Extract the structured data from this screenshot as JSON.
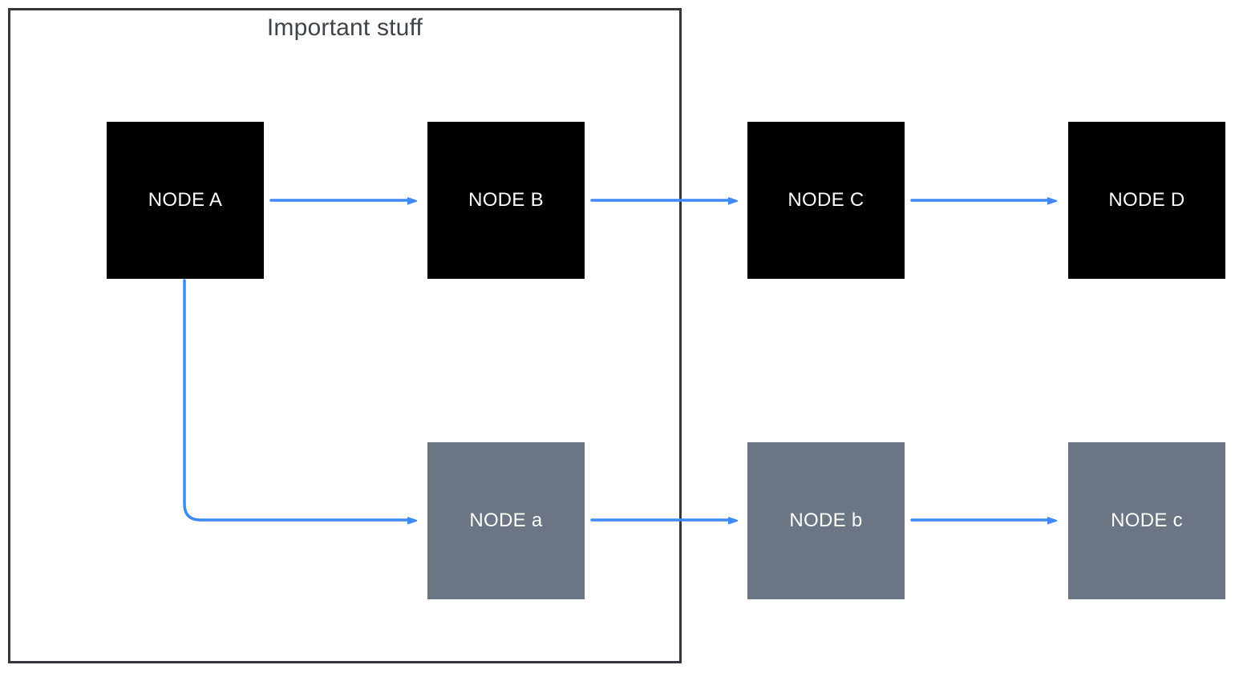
{
  "diagram": {
    "frame": {
      "title": "Important stuff"
    },
    "nodes": [
      {
        "id": "A",
        "label": "NODE A",
        "variant": "black"
      },
      {
        "id": "B",
        "label": "NODE B",
        "variant": "black"
      },
      {
        "id": "C",
        "label": "NODE C",
        "variant": "black"
      },
      {
        "id": "D",
        "label": "NODE D",
        "variant": "black"
      },
      {
        "id": "a",
        "label": "NODE a",
        "variant": "gray"
      },
      {
        "id": "b",
        "label": "NODE b",
        "variant": "gray"
      },
      {
        "id": "c",
        "label": "NODE c",
        "variant": "gray"
      }
    ],
    "edges": [
      {
        "from": "NODE A",
        "to": "NODE B"
      },
      {
        "from": "NODE B",
        "to": "NODE C"
      },
      {
        "from": "NODE C",
        "to": "NODE D"
      },
      {
        "from": "NODE A",
        "to": "NODE a"
      },
      {
        "from": "NODE a",
        "to": "NODE b"
      },
      {
        "from": "NODE b",
        "to": "NODE c"
      }
    ],
    "colors": {
      "node_black": "#000000",
      "node_gray": "#6b7583",
      "arrow": "#3d8af7",
      "frame_border": "#33373d",
      "title_text": "#3f444a",
      "node_text": "#ffffff"
    }
  }
}
